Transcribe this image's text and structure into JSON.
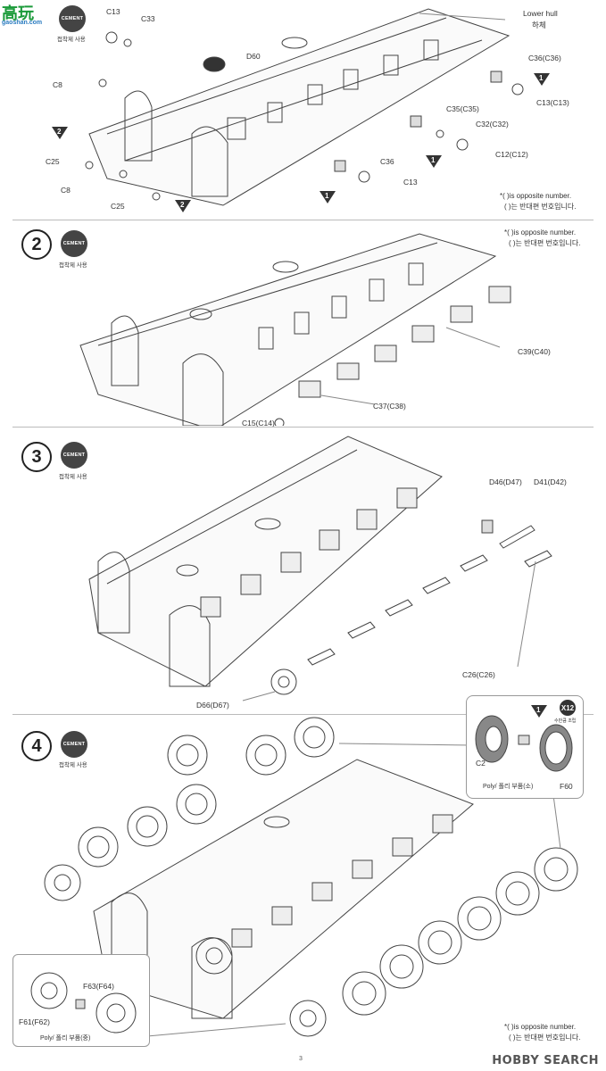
{
  "logo": {
    "text": "高玩",
    "sub": "gaoshan.com"
  },
  "cement": {
    "label": "CEMENT",
    "note": "접착제 사용"
  },
  "step1": {
    "labels": {
      "c13_top": "C13",
      "c33": "C33",
      "d60": "D60",
      "lower_hull": "Lower hull",
      "lower_hull_kr": "하체",
      "c8_a": "C8",
      "c25_a": "C25",
      "c8_b": "C8",
      "c25_b": "C25",
      "c36_c36": "C36(C36)",
      "c13_c13": "C13(C13)",
      "c35_c35": "C35(C35)",
      "c32_c32": "C32(C32)",
      "c12_c12": "C12(C12)",
      "c36": "C36",
      "c13": "C13"
    },
    "markers": {
      "m1": "1",
      "m2": "2"
    },
    "note_en": "*(    )is opposite number.",
    "note_kr": "(    )는 반대편 번호입니다."
  },
  "step2": {
    "number": "2",
    "labels": {
      "c39_c40": "C39(C40)",
      "c37_c38": "C37(C38)",
      "c15_c14": "C15(C14)"
    },
    "note_en": "*(    )is opposite number.",
    "note_kr": "(    )는 반대편 번호입니다."
  },
  "step3": {
    "number": "3",
    "labels": {
      "d46_d47": "D46(D47)",
      "d41_d42": "D41(D42)",
      "c26_c26": "C26(C26)",
      "d66_d67": "D66(D67)"
    }
  },
  "step4": {
    "number": "4",
    "inset": {
      "c2": "C2",
      "poly": "Poly/ 폴리 부품(소)",
      "f60": "F60",
      "x12": "X12",
      "x12_sub": "수만큼 조립",
      "marker": "1"
    },
    "inset2": {
      "f63_f64": "F63(F64)",
      "f61_f62": "F61(F62)",
      "poly": "Poly/ 폴리 부품(중)"
    },
    "note_en": "*(    )is opposite number.",
    "note_kr": "(    )는 반대편 번호입니다."
  },
  "footer": {
    "page": "3",
    "brand": "HOBBY SEARCH"
  }
}
